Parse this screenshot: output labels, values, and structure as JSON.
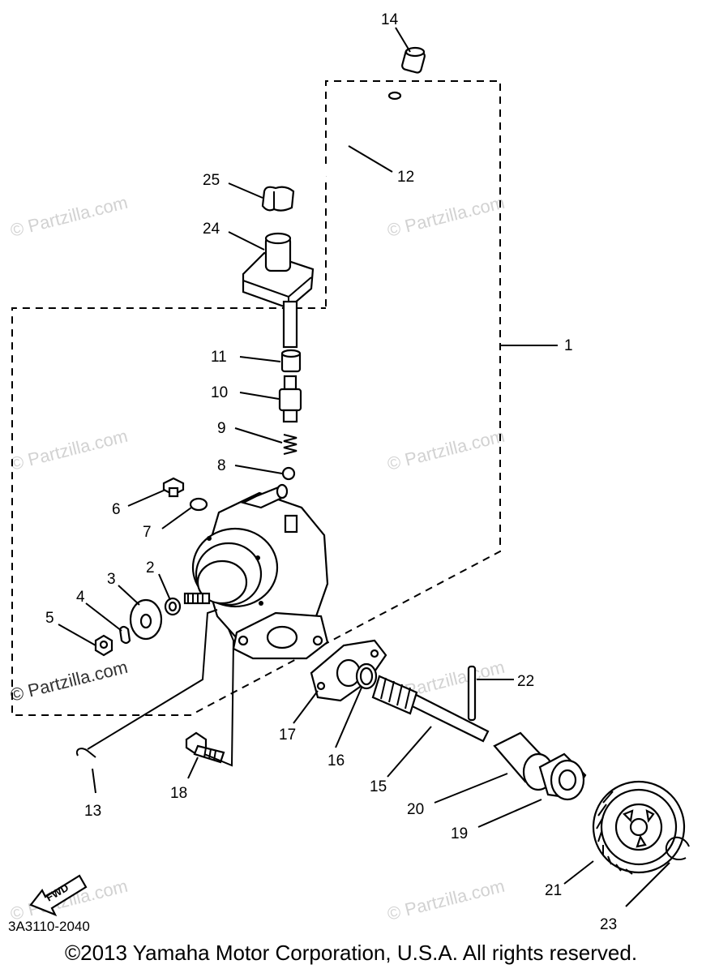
{
  "callouts": [
    "1",
    "2",
    "3",
    "4",
    "5",
    "6",
    "7",
    "8",
    "9",
    "10",
    "11",
    "12",
    "13",
    "14",
    "15",
    "16",
    "17",
    "18",
    "19",
    "20",
    "21",
    "22",
    "23",
    "24",
    "25"
  ],
  "diagram_code": "3A3110-2040",
  "fwd_label": "FWD",
  "watermark": "© Partzilla.com",
  "footer": "©2013  Yamaha Motor Corporation, U.S.A. All rights reserved."
}
